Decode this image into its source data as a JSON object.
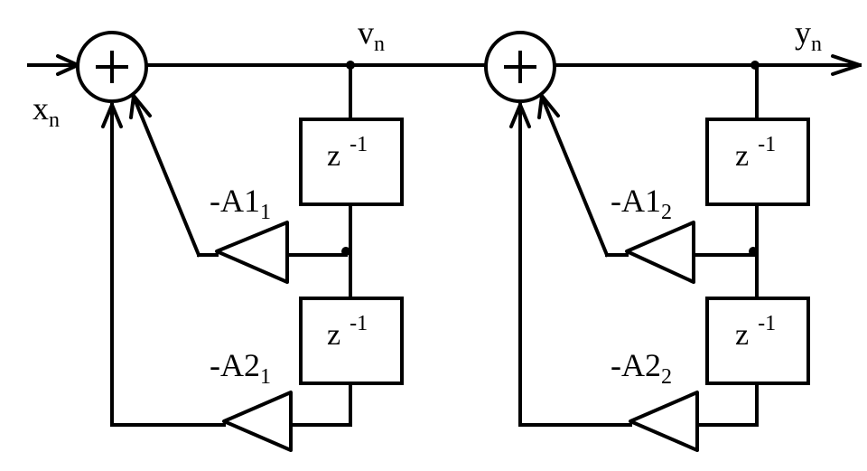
{
  "signals": {
    "input": {
      "main": "x",
      "sub": "n"
    },
    "intermediate": {
      "main": "v",
      "sub": "n"
    },
    "output": {
      "main": "y",
      "sub": "n"
    }
  },
  "delay_label": {
    "main": "z",
    "sup": "-1"
  },
  "stage1": {
    "a1": {
      "main": "-A1",
      "sub": "1"
    },
    "a2": {
      "main": "-A2",
      "sub": "1"
    }
  },
  "stage2": {
    "a1": {
      "main": "-A1",
      "sub": "2"
    },
    "a2": {
      "main": "-A2",
      "sub": "2"
    }
  }
}
